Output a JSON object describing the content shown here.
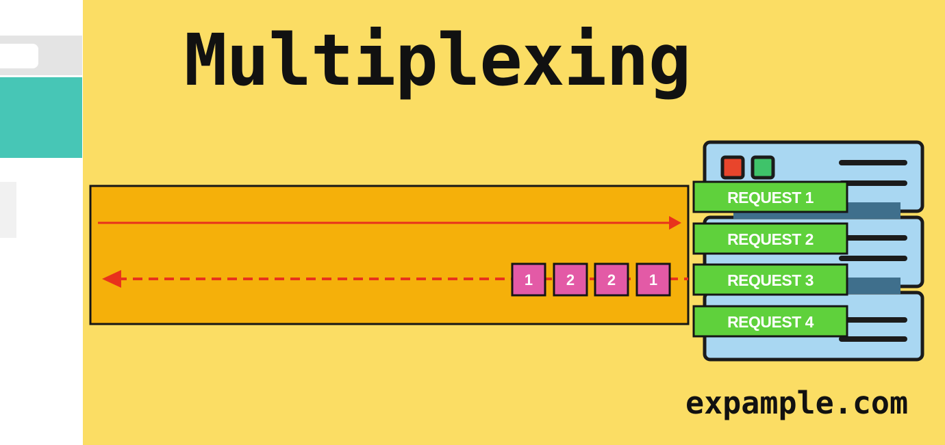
{
  "title": "Multiplexing",
  "domain": "expample.com",
  "packets": [
    "1",
    "2",
    "2",
    "1"
  ],
  "requests": [
    "REQUEST 1",
    "REQUEST 2",
    "REQUEST 3",
    "REQUEST 4"
  ],
  "colors": {
    "slide_background": "#fbdd64",
    "connection": "#f5b00a",
    "arrow": "#e8321c",
    "packet": "#e35aa6",
    "request": "#5fd13c",
    "server_body": "#a9d7f2",
    "led_red": "#e8452c",
    "led_green": "#3fc36a",
    "browser_accent": "#47c6b6"
  },
  "icons": [
    "server-icon",
    "arrow-right-icon",
    "arrow-left-icon"
  ]
}
